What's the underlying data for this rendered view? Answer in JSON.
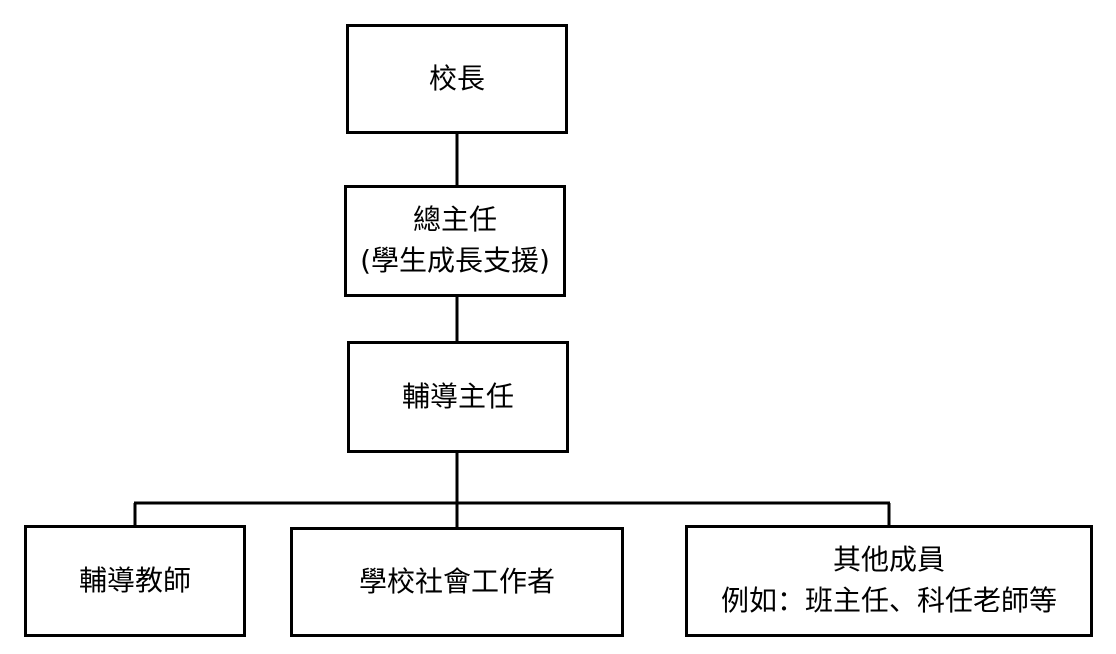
{
  "org_chart": {
    "principal": {
      "label": "校長"
    },
    "general_director": {
      "line1": "總主任",
      "line2": "(學生成長支援)"
    },
    "counseling_director": {
      "label": "輔導主任"
    },
    "members": {
      "counseling_teacher": {
        "label": "輔導教師"
      },
      "school_social_worker": {
        "label": "學校社會工作者"
      },
      "other_members": {
        "line1": "其他成員",
        "line2": "例如：班主任、科任老師等"
      }
    },
    "colors": {
      "line": "#000000",
      "box_border": "#000000",
      "box_fill": "#ffffff",
      "text": "#000000"
    }
  }
}
